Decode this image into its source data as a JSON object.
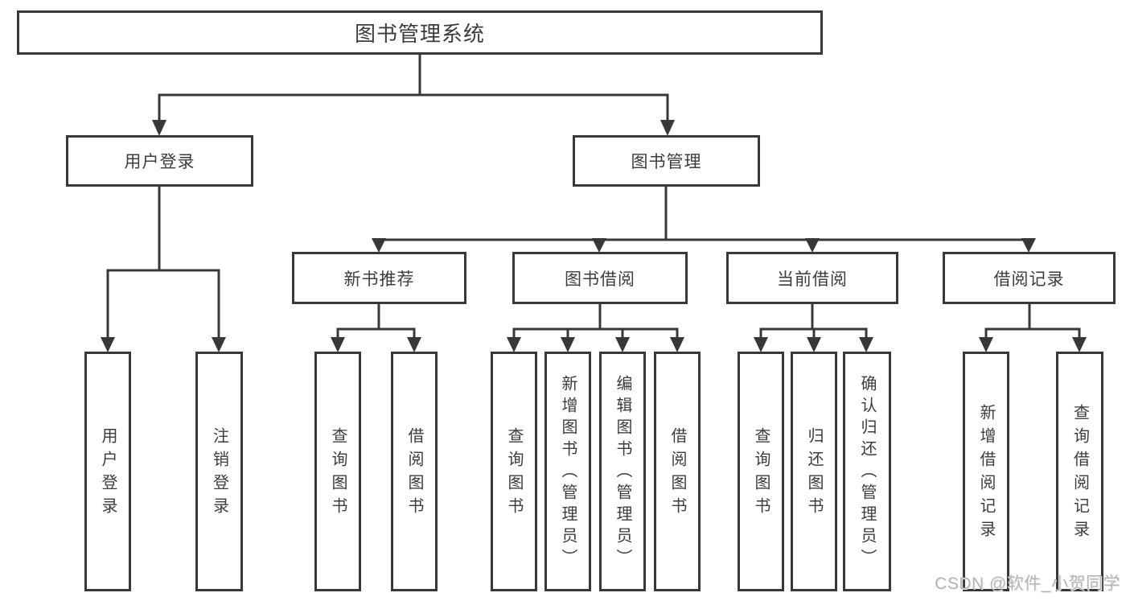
{
  "tree": {
    "label": "图书管理系统",
    "children": [
      {
        "label": "用户登录",
        "children": [
          {
            "label": "用户登录"
          },
          {
            "label": "注销登录"
          }
        ]
      },
      {
        "label": "图书管理",
        "children": [
          {
            "label": "新书推荐",
            "children": [
              {
                "label": "查询图书"
              },
              {
                "label": "借阅图书"
              }
            ]
          },
          {
            "label": "图书借阅",
            "children": [
              {
                "label": "查询图书"
              },
              {
                "label": "新增图书（管理员）"
              },
              {
                "label": "编辑图书（管理员）"
              },
              {
                "label": "借阅图书"
              }
            ]
          },
          {
            "label": "当前借阅",
            "children": [
              {
                "label": "查询图书"
              },
              {
                "label": "归还图书"
              },
              {
                "label": "确认归还（管理员）"
              }
            ]
          },
          {
            "label": "借阅记录",
            "children": [
              {
                "label": "新增借阅记录"
              },
              {
                "label": "查询借阅记录"
              }
            ]
          }
        ]
      }
    ]
  },
  "watermark": {
    "text": "CSDN @软件_小贺同学"
  },
  "colors": {
    "line": "#383838",
    "text": "#3c3c3c",
    "box_background": "#ffffff",
    "watermark": "#b6b6b6"
  }
}
